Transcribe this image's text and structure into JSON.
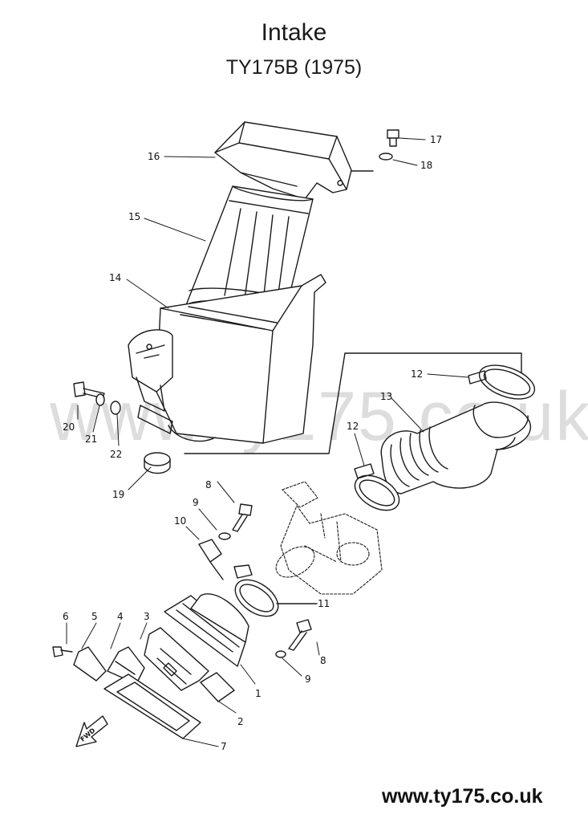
{
  "header": {
    "title": "Intake",
    "subtitle": "TY175B (1975)"
  },
  "watermark": "www.ty175.co.uk",
  "footer": {
    "site": "www.ty175.co.uk"
  },
  "fwd_marker": "FWD",
  "parts": {
    "p1": "1",
    "p2": "2",
    "p3": "3",
    "p4": "4",
    "p5": "5",
    "p6": "6",
    "p7": "7",
    "p8a": "8",
    "p8b": "8",
    "p9a": "9",
    "p9b": "9",
    "p10": "10",
    "p11": "11",
    "p12a": "12",
    "p12b": "12",
    "p13": "13",
    "p14": "14",
    "p15": "15",
    "p16": "16",
    "p17": "17",
    "p18": "18",
    "p19": "19",
    "p20": "20",
    "p21": "21",
    "p22": "22"
  },
  "colors": {
    "line": "#1a1a1a",
    "watermark": "#969696"
  }
}
